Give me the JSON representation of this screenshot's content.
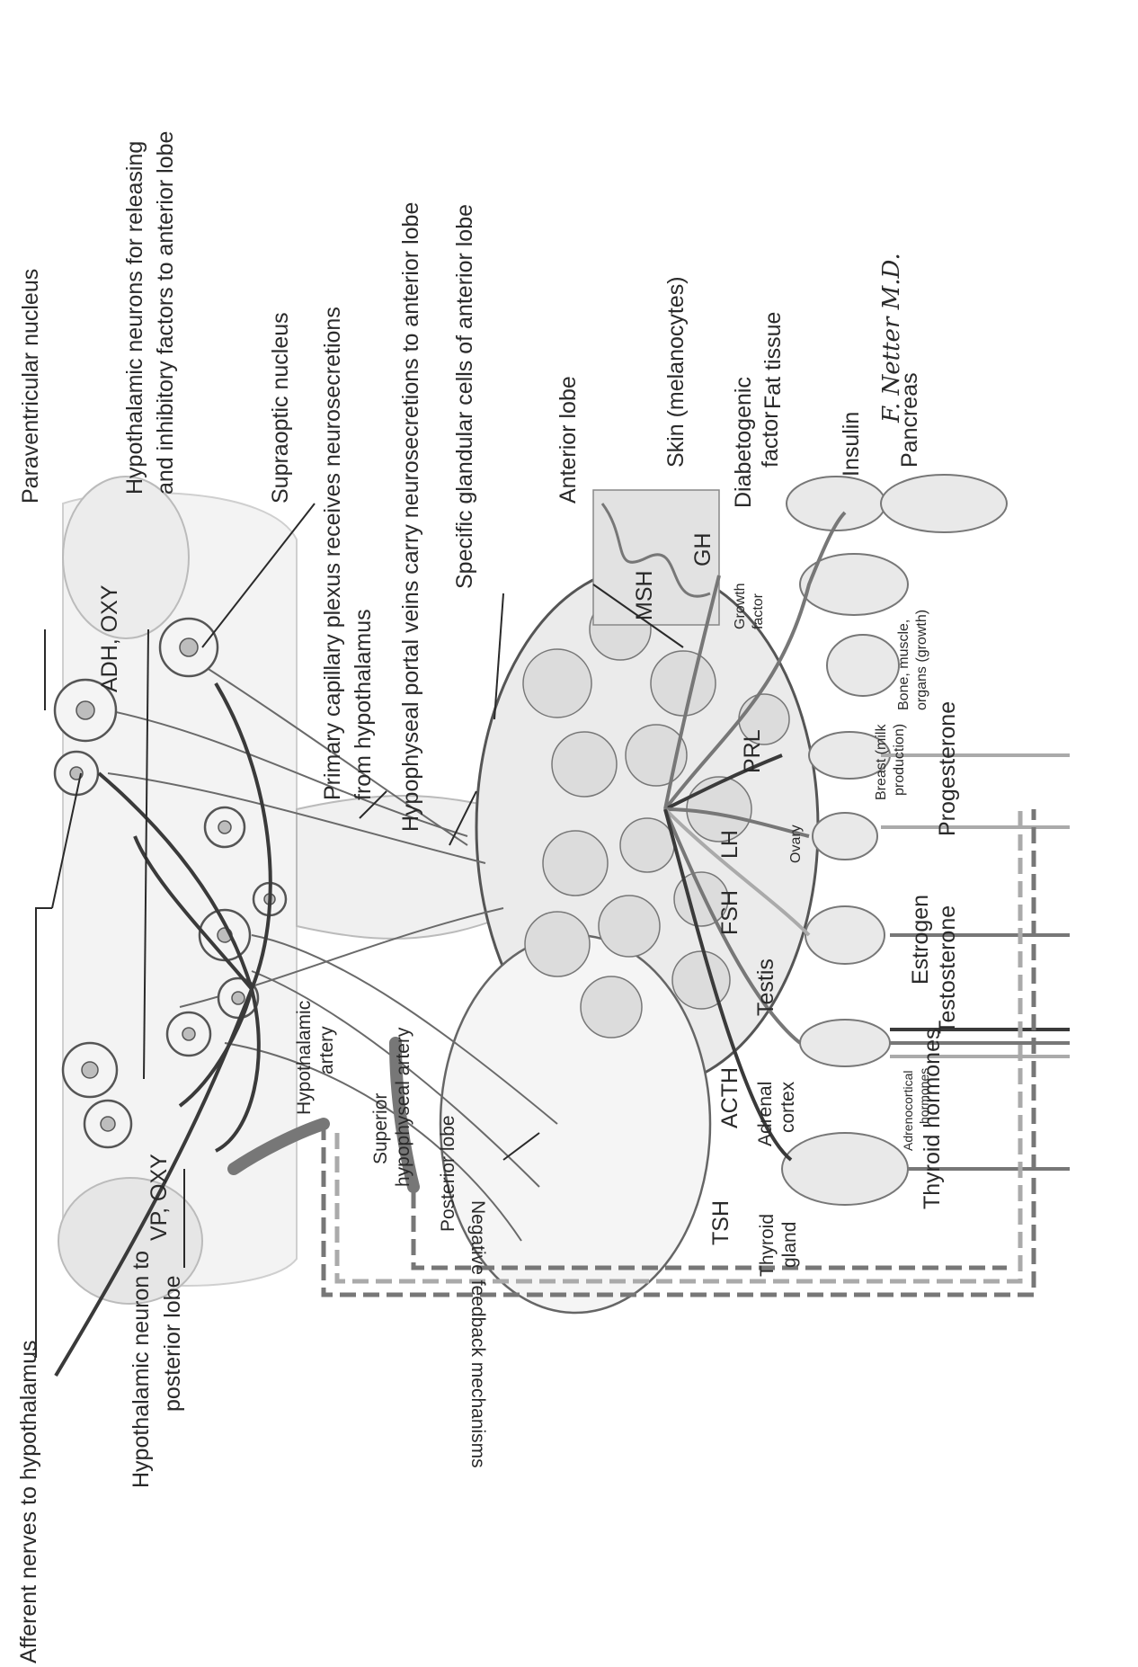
{
  "diagram": {
    "labels": {
      "afferent_nerves": "Afferent nerves to hypothalamus",
      "neuron_to_posterior": [
        "Hypothalamic neuron to",
        "posterior lobe"
      ],
      "vp_oxy": "VP, OXY",
      "adh_oxy": "ADH, OXY",
      "paraventricular_nucleus": "Paraventricular nucleus",
      "releasing_neurons": [
        "Hypothalamic neurons for releasing",
        "and inhibitory factors to anterior lobe"
      ],
      "supraoptic_nucleus": "Supraoptic nucleus",
      "primary_capillary_plexus": [
        "Primary capillary plexus receives neurosecretions",
        "from hypothalamus"
      ],
      "portal_veins": "Hypophyseal portal veins carry neurosecretions to anterior lobe",
      "glandular_cells": "Specific glandular cells of anterior lobe",
      "anterior_lobe": "Anterior lobe",
      "posterior_lobe": "Posterior lobe",
      "hypothalamic_artery": [
        "Hypothalamic",
        "artery"
      ],
      "superior_artery": [
        "Superior",
        "hypophyseal artery"
      ],
      "negative_feedback": "Negative feedback mechanisms",
      "msh": "MSH",
      "skin": "Skin (melanocytes)",
      "gh": "GH",
      "diabetogenic_factor": [
        "Diabetogenic",
        "factor"
      ],
      "fat_tissue": "Fat tissue",
      "insulin": "Insulin",
      "pancreas": "Pancreas",
      "growth_factor": [
        "Growth",
        "factor"
      ],
      "bone_muscle": [
        "Bone, muscle,",
        "organs (growth)"
      ],
      "prl": "PRL",
      "breast": [
        "Breast (milk",
        "production)"
      ],
      "lh": "LH",
      "ovary": "Ovary",
      "fsh": "FSH",
      "testis": "Testis",
      "acth": "ACTH",
      "adrenal_cortex": [
        "Adrenal",
        "cortex"
      ],
      "tsh": "TSH",
      "thyroid_gland": [
        "Thyroid",
        "gland"
      ],
      "progesterone": "Progesterone",
      "estrogen": "Estrogen",
      "testosterone": "Testosterone",
      "adrenocortical_hormones": [
        "Adrenocortical",
        "hormones"
      ],
      "thyroid_hormones": "Thyroid hormones",
      "signature": "F. Netter M.D."
    },
    "colors": {
      "ink": "#2a2a2a",
      "dark_pathway": "#3a3a3a",
      "mid_pathway": "#777777",
      "light_pathway": "#aaaaaa"
    }
  }
}
